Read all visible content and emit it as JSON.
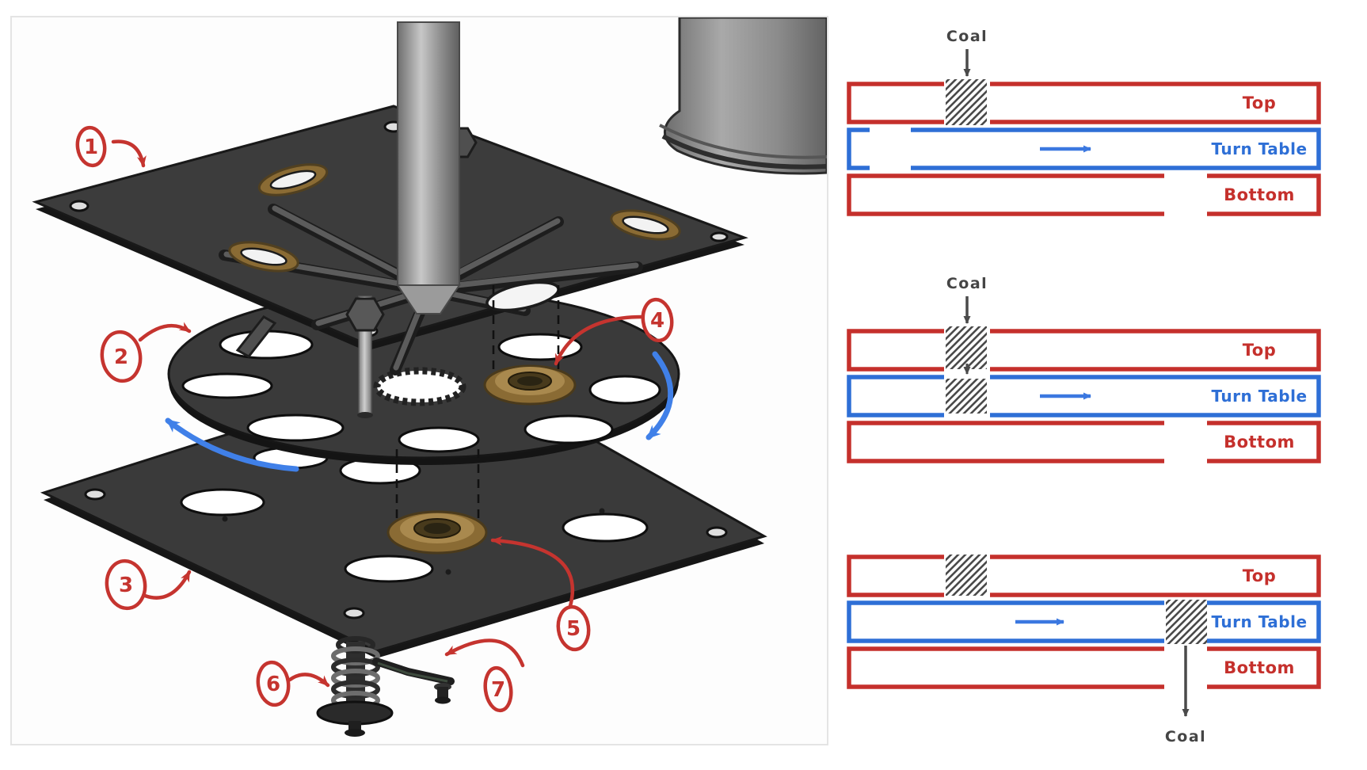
{
  "colors": {
    "callout_red": "#c5342f",
    "schematic_red": "#c5302c",
    "schematic_blue": "#2e6fd6",
    "rotation_arrow_blue": "#4080e8",
    "coal_ink": "#454545",
    "plate_dark": "#3c3c3c",
    "brass": "#8a6b34"
  },
  "cad": {
    "callouts": [
      "1",
      "2",
      "3",
      "4",
      "5",
      "6",
      "7"
    ]
  },
  "schematics": [
    {
      "coal": "Coal",
      "top": "Top",
      "turntable": "Turn Table",
      "bottom": "Bottom"
    },
    {
      "coal": "Coal",
      "top": "Top",
      "turntable": "Turn Table",
      "bottom": "Bottom"
    },
    {
      "coal": "Coal",
      "top": "Top",
      "turntable": "Turn Table",
      "bottom": "Bottom"
    }
  ]
}
